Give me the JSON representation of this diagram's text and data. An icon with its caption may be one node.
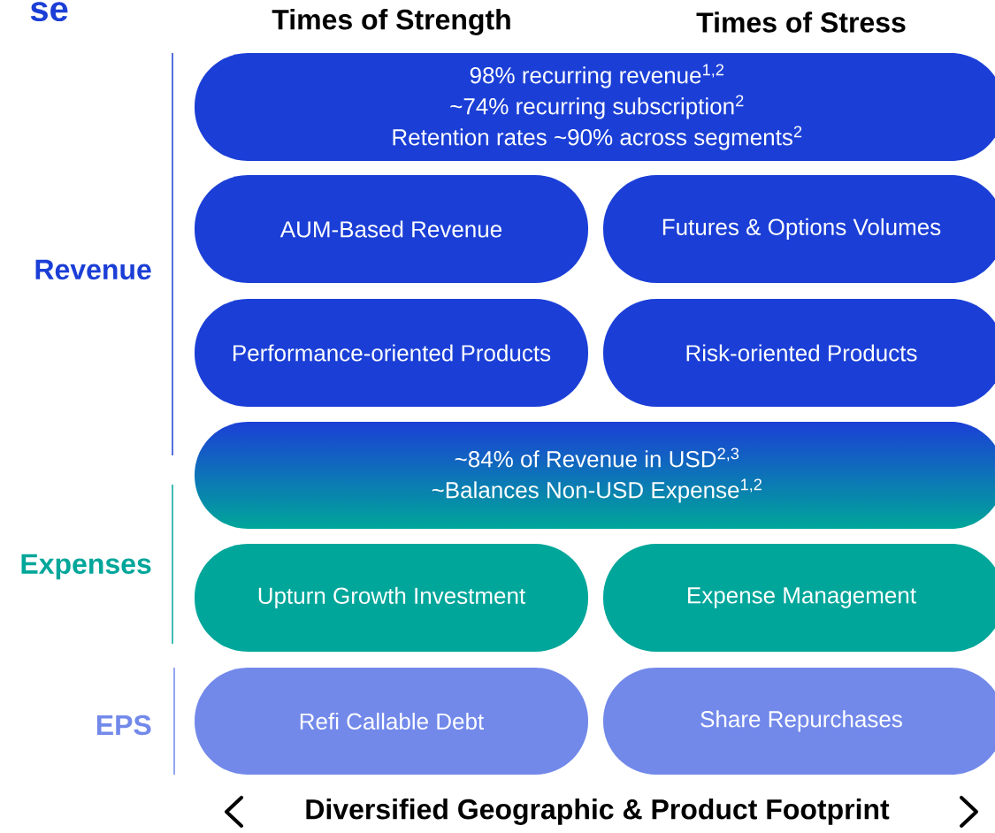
{
  "diagram": {
    "title": "se",
    "nodes": [
      {
        "text": [
          "98% recurring revenue$^{1,2}$",
          "~74% recurring subscription$^{2}$",
          "Retention rates ~90%  across segments$^{2}$"
        ]
      },
      {
        "text": [
          "AUM-Based Revenue"
        ]
      },
      {
        "text": [
          "Futures & Options Volumes"
        ]
      },
      {
        "text": [
          "Performance-oriented Products"
        ]
      },
      {
        "text": [
          "Risk-oriented Products"
        ]
      },
      {
        "text": [
          "~84% of Revenue in USD$^{2,3}$",
          "~Balances Non-USD Expense$^{1,2}$"
        ]
      },
      {
        "text": [
          "Upturn Growth Investment"
        ]
      },
      {
        "text": [
          "Expense Management"
        ]
      },
      {
        "text": [
          "Refi Callable Debt"
        ]
      },
      {
        "text": [
          "Share Repurchases"
        ]
      }
    ],
    "labels": [
      "Times of Strength",
      "Times of Stress",
      "Revenue",
      "Expenses",
      "EPS",
      "Diversified Geographic & Product Footprint"
    ]
  }
}
